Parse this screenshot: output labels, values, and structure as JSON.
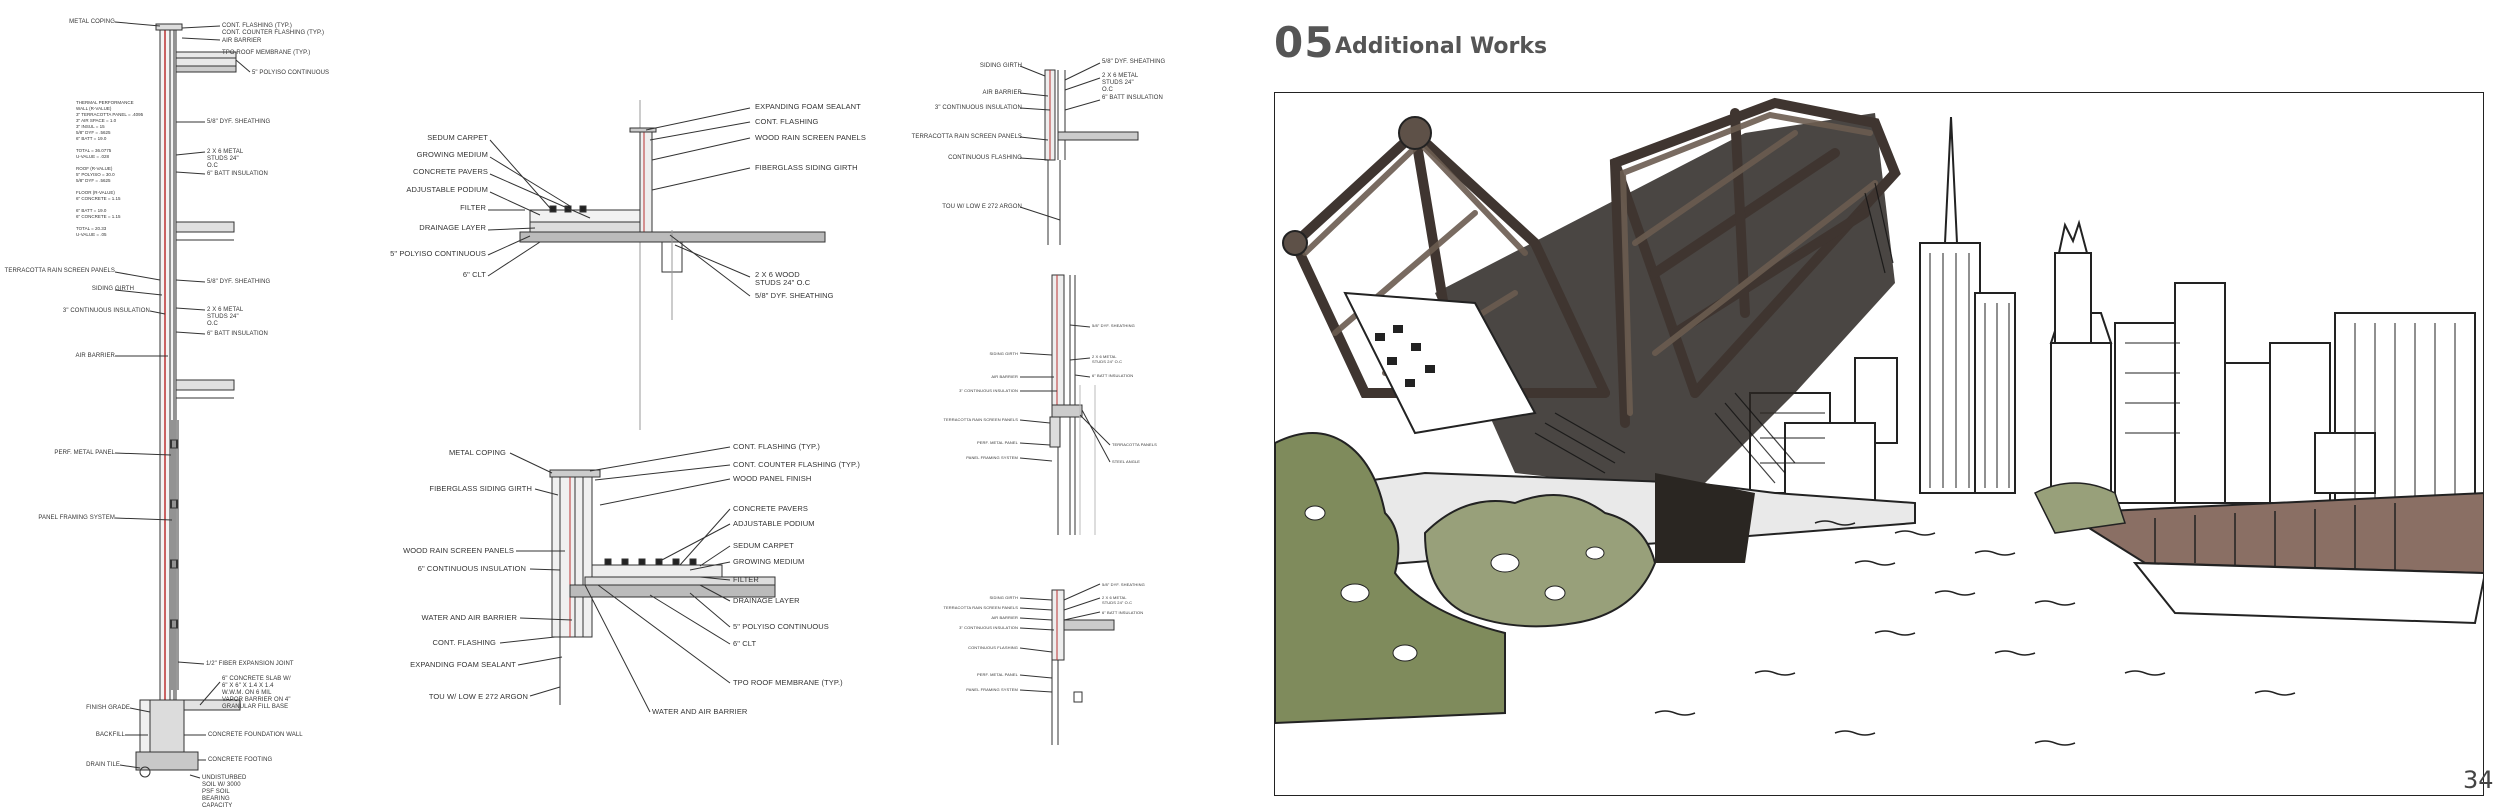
{
  "page": {
    "section_number": "05",
    "section_title": "Additional Works",
    "page_number": "34"
  },
  "wall_section": {
    "labels_left": [
      "METAL COPING",
      "TERRACOTTA RAIN SCREEN PANELS",
      "SIDING GIRTH",
      "3\" CONTINUOUS INSULATION",
      "AIR BARRIER",
      "PERF. METAL PANEL",
      "PANEL FRAMING SYSTEM",
      "FINISH GRADE",
      "BACKFILL",
      "DRAIN TILE"
    ],
    "labels_right": [
      "CONT. FLASHING (TYP.)",
      "CONT. COUNTER FLASHING (TYP.)",
      "AIR BARRIER",
      "TPO ROOF MEMBRANE (TYP.)",
      "5\" POLYISO CONTINUOUS",
      "5/8\" DYF. SHEATHING",
      "2 X 6 METAL STUDS 24\" O.C",
      "6\" BATT INSULATION",
      "5/8\" DYF. SHEATHING",
      "2 X 6 METAL STUDS 24\" O.C",
      "6\" BATT INSULATION",
      "1/2\" FIBER EXPANSION JOINT",
      "6\" CONCRETE SLAB W/ 6\" X 6\" X 1.4 X 1.4 W.W.M. ON 6 MIL VAPOR BARRIER ON 4\" GRANULAR FILL BASE",
      "CONCRETE FOUNDATION WALL",
      "CONCRETE FOOTING",
      "UNDISTURBED SOIL W/ 3000 PSF SOIL BEARING CAPACITY"
    ],
    "thermal_notes": "THERMAL PERFORMANCE\nWALL (R-VALUE)\n3\" TERRACOTTA PANEL = .4095\n3\" AIR SPACE = 1.0\n3\" INSUL = 15\n5/8\" DYF = .5625\n6\" BATT = 19.0\n\nTOTAL = 36.0775\nU-VALUE = .028\n\nROOF (R-VALUE)\n5\" POLYISO = 30.0\n5/8\" DYF = .5625\n\nFLOOR (R-VALUE)\n6\" CONCRETE = 1.15\n\n6\" BATT = 19.0\n6\" CONCRETE = 1.15\n\nTOTAL = 20.33\nU-VALUE = .05"
  },
  "roof_detail_top": {
    "labels_left": [
      "SEDUM CARPET",
      "GROWING MEDIUM",
      "CONCRETE PAVERS",
      "ADJUSTABLE PODIUM",
      "FILTER",
      "DRAINAGE LAYER",
      "5\" POLYISO CONTINUOUS",
      "6\" CLT"
    ],
    "labels_right": [
      "EXPANDING FOAM SEALANT",
      "CONT. FLASHING",
      "WOOD RAIN SCREEN PANELS",
      "FIBERGLASS SIDING GIRTH",
      "2 X 6 WOOD STUDS 24\" O.C",
      "5/8\" DYF. SHEATHING"
    ]
  },
  "parapet_detail": {
    "labels_left": [
      "METAL COPING",
      "FIBERGLASS SIDING GIRTH",
      "WOOD RAIN SCREEN PANELS",
      "6\" CONTINUOUS INSULATION",
      "WATER AND AIR BARRIER",
      "CONT. FLASHING",
      "EXPANDING FOAM SEALANT",
      "TOU W/ LOW E 272 ARGON"
    ],
    "labels_right": [
      "CONT. FLASHING (TYP.)",
      "CONT. COUNTER FLASHING (TYP.)",
      "WOOD PANEL FINISH",
      "CONCRETE PAVERS",
      "ADJUSTABLE PODIUM",
      "SEDUM CARPET",
      "GROWING MEDIUM",
      "FILTER",
      "DRAINAGE LAYER",
      "5\" POLYISO CONTINUOUS",
      "6\" CLT",
      "TPO ROOF MEMBRANE (TYP.)",
      "WATER AND AIR BARRIER"
    ]
  },
  "small_details": {
    "top_left": [
      "SIDING GIRTH",
      "AIR BARRIER",
      "3\" CONTINUOUS INSULATION",
      "TERRACOTTA RAIN SCREEN PANELS",
      "CONTINUOUS FLASHING",
      "TOU W/ LOW E 272 ARGON"
    ],
    "top_right": [
      "5/8\" DYF. SHEATHING",
      "2 X 6 METAL STUDS 24\" O.C",
      "6\" BATT INSULATION"
    ],
    "middle_left": [
      "SIDING GIRTH",
      "AIR BARRIER",
      "3\" CONTINUOUS INSULATION",
      "TERRACOTTA RAIN SCREEN PANELS",
      "PERF. METAL PANEL",
      "PANEL FRAMING SYSTEM"
    ],
    "middle_right": [
      "5/8\" DYF. SHEATHING",
      "2 X 6 METAL STUDS 24\" O.C",
      "6\" BATT INSULATION",
      "TERRACOTTA PANELS",
      "STEEL ANGLE"
    ],
    "bottom_left": [
      "SIDING GIRTH",
      "TERRACOTTA RAIN SCREEN PANELS",
      "AIR BARRIER",
      "3\" CONTINUOUS INSULATION",
      "CONTINUOUS FLASHING",
      "PERF. METAL PANEL",
      "PANEL FRAMING SYSTEM"
    ],
    "bottom_right": [
      "5/8\" DYF. SHEATHING",
      "2 X 6 METAL STUDS 24\" O.C",
      "6\" BATT INSULATION"
    ]
  },
  "colors": {
    "ink": "#2a2a2a",
    "title": "#555555",
    "bridge": "#6b5c50",
    "greenery": "#7f8b5c",
    "barge": "#8a6f64"
  }
}
